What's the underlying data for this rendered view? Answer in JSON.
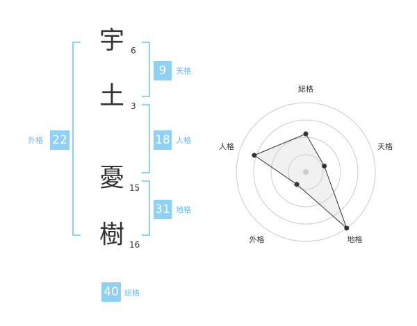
{
  "name": {
    "chars": [
      {
        "char": "宇",
        "strokes": "6"
      },
      {
        "char": "土",
        "strokes": "3"
      },
      {
        "char": "憂",
        "strokes": "15"
      },
      {
        "char": "樹",
        "strokes": "16"
      }
    ]
  },
  "fortune": {
    "tenkaku": {
      "value": "9",
      "label": "天格"
    },
    "jinkaku": {
      "value": "18",
      "label": "人格"
    },
    "chikaku": {
      "value": "31",
      "label": "地格"
    },
    "gaikaku": {
      "value": "22",
      "label": "外格"
    },
    "soukaku": {
      "value": "40",
      "label": "総格"
    }
  },
  "colors": {
    "accent": "#8fd0f5",
    "accent_text": "#67bdf0"
  },
  "chart_data": {
    "type": "radar",
    "axes": [
      "総格",
      "天格",
      "地格",
      "外格",
      "人格"
    ],
    "values": [
      0.55,
      0.28,
      1.0,
      0.22,
      0.78
    ],
    "rings": 4,
    "grid": true
  }
}
